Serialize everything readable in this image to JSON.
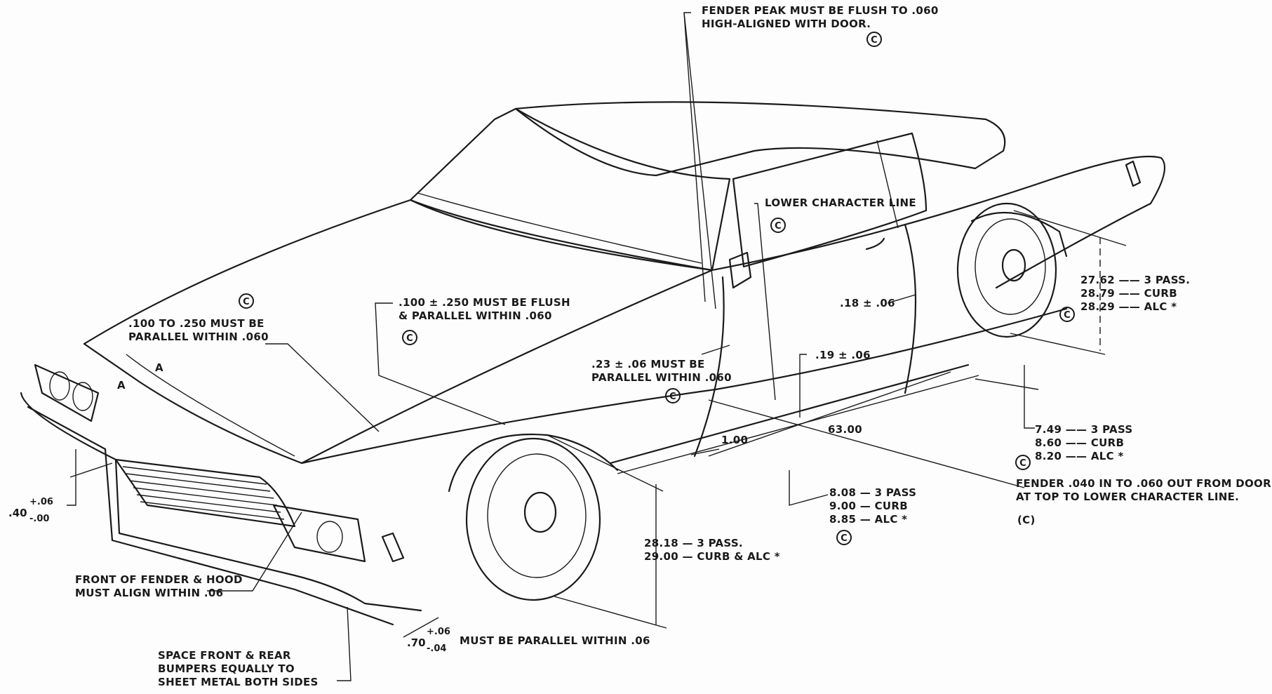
{
  "diagram": {
    "subject": "Car body alignment specification drawing (2-door coupe, front 3/4 view)",
    "legend_symbol": "C",
    "annotations": {
      "fender_peak": {
        "lines": [
          "FENDER PEAK MUST BE FLUSH TO .060",
          "HIGH-ALIGNED WITH DOOR."
        ],
        "symbol": "C"
      },
      "lower_character_line": {
        "lines": [
          "LOWER CHARACTER LINE"
        ],
        "symbol": "C"
      },
      "hood_gap": {
        "lines": [
          ".100 TO .250 MUST BE",
          "PARALLEL WITHIN .060"
        ],
        "symbol": "C"
      },
      "cowl_flush": {
        "lines": [
          ".100 ± .250 MUST BE FLUSH",
          "& PARALLEL WITHIN .060"
        ],
        "symbol": "C"
      },
      "door_front_gap": {
        "lines": [
          ".23 ± .06 MUST BE",
          "PARALLEL WITHIN .060"
        ],
        "symbol": "C"
      },
      "door_rear_gap": {
        "text": ".18 ± .06"
      },
      "rocker_gap": {
        "text": ".19 ± .06"
      },
      "rocker_offset": {
        "text": "1.00"
      },
      "wheelbase_dim": {
        "text": "63.00"
      },
      "section_marks": [
        "A",
        "A"
      ],
      "fender_door": {
        "lines": [
          "FENDER .040 IN TO .060 OUT FROM DOOR",
          "AT TOP TO LOWER CHARACTER LINE."
        ],
        "symbol": "(C)"
      },
      "front_fender_hood": {
        "lines": [
          "FRONT OF FENDER & HOOD",
          "MUST ALIGN WITHIN .06"
        ]
      },
      "bumper_spacing": {
        "lines": [
          "SPACE FRONT & REAR",
          "BUMPERS EQUALLY TO",
          "SHEET METAL BOTH SIDES"
        ]
      },
      "bumper_height": {
        "base": ".40",
        "plus": "+.06",
        "minus": "-.00"
      },
      "bumper_parallel": {
        "base": ".70",
        "plus": "+.06",
        "minus": "-.04",
        "text": "MUST BE PARALLEL WITHIN .06"
      }
    },
    "dimension_tables": {
      "rear_wheel_opening_height": {
        "symbol": "C",
        "rows": [
          {
            "value": "27.62",
            "condition": "3 PASS."
          },
          {
            "value": "28.79",
            "condition": "CURB"
          },
          {
            "value": "28.29",
            "condition": "ALC *"
          }
        ]
      },
      "rear_rocker_height": {
        "symbol": "C",
        "rows": [
          {
            "value": "7.49",
            "condition": "3 PASS"
          },
          {
            "value": "8.60",
            "condition": "CURB"
          },
          {
            "value": "8.20",
            "condition": "ALC *"
          }
        ]
      },
      "front_rocker_height": {
        "symbol": "C",
        "rows": [
          {
            "value": "8.08",
            "condition": "3 PASS"
          },
          {
            "value": "9.00",
            "condition": "CURB"
          },
          {
            "value": "8.85",
            "condition": "ALC *"
          }
        ]
      },
      "front_wheel_opening_height": {
        "rows": [
          {
            "value": "28.18",
            "condition": "3 PASS."
          },
          {
            "value": "29.00",
            "condition": "CURB & ALC *"
          }
        ]
      }
    }
  }
}
